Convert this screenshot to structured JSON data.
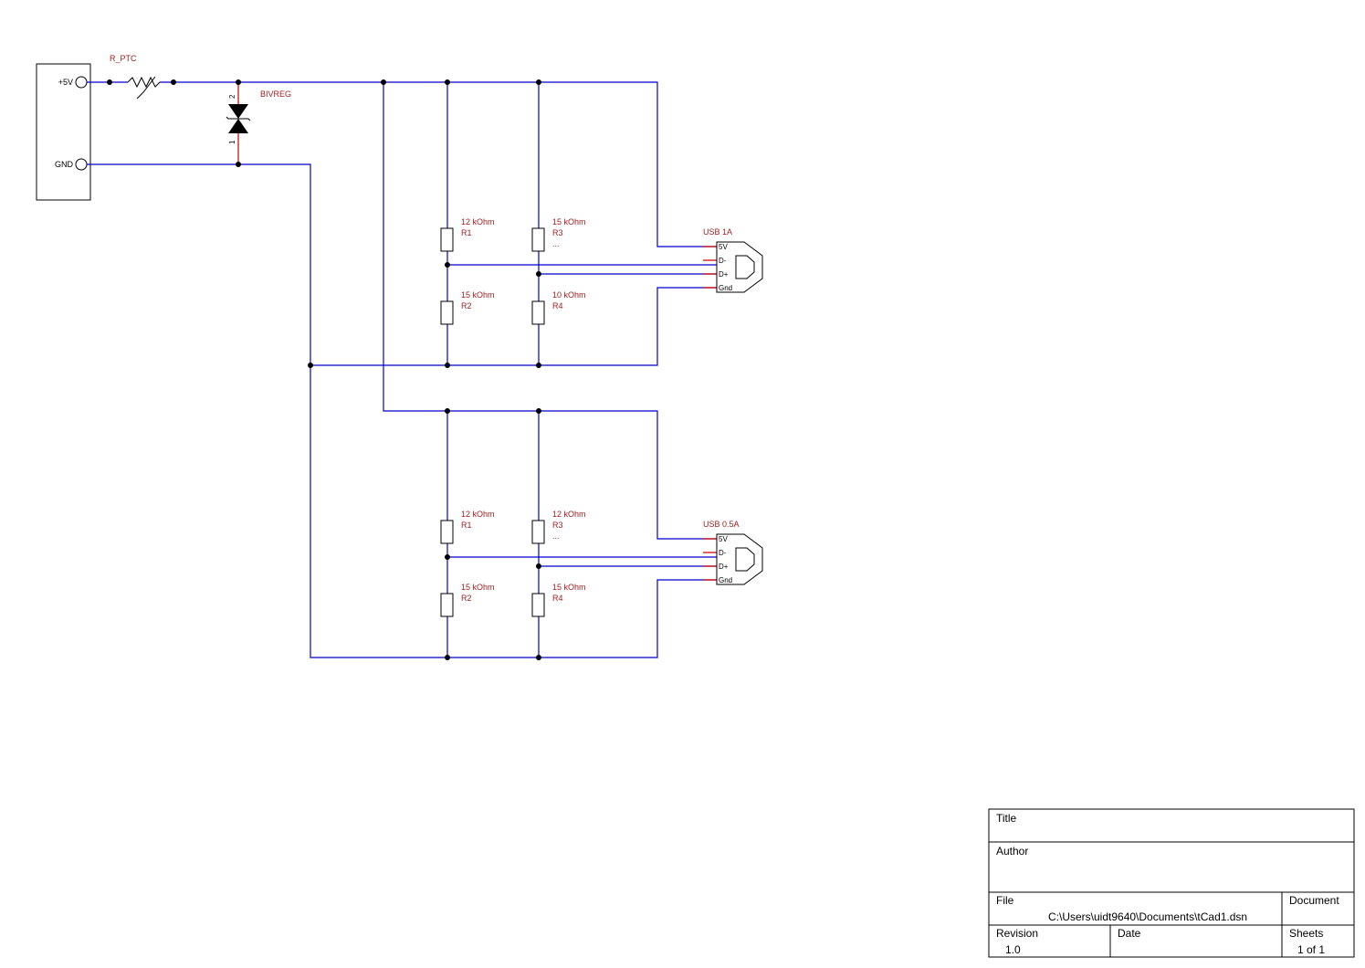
{
  "input_connector": {
    "pins": [
      "+5V",
      "GND"
    ]
  },
  "ptc": {
    "label": "R_PTC"
  },
  "diode": {
    "label": "BIVREG",
    "pin_top": "2",
    "pin_bottom": "1"
  },
  "blocks": [
    {
      "usb_label": "USB 1A",
      "usb_pins": [
        "5V",
        "D-",
        "D+",
        "Gnd"
      ],
      "r1": {
        "value": "12 kOhm",
        "ref": "R1"
      },
      "r2": {
        "value": "15 kOhm",
        "ref": "R2"
      },
      "r3": {
        "value": "15 kOhm",
        "ref": "R3",
        "extra": "..."
      },
      "r4": {
        "value": "10 kOhm",
        "ref": "R4"
      }
    },
    {
      "usb_label": "USB 0.5A",
      "usb_pins": [
        "5V",
        "D-",
        "D+",
        "Gnd"
      ],
      "r1": {
        "value": "12 kOhm",
        "ref": "R1"
      },
      "r2": {
        "value": "15 kOhm",
        "ref": "R2"
      },
      "r3": {
        "value": "12 kOhm",
        "ref": "R3",
        "extra": "..."
      },
      "r4": {
        "value": "15 kOhm",
        "ref": "R4"
      }
    }
  ],
  "title_block": {
    "title_caption": "Title",
    "title_value": "",
    "author_caption": "Author",
    "author_value": "",
    "file_caption": "File",
    "file_value": "C:\\Users\\uidt9640\\Documents\\tCad1.dsn",
    "document_caption": "Document",
    "document_value": "",
    "revision_caption": "Revision",
    "revision_value": "1.0",
    "date_caption": "Date",
    "date_value": "",
    "sheets_caption": "Sheets",
    "sheets_value": "1 of 1"
  }
}
